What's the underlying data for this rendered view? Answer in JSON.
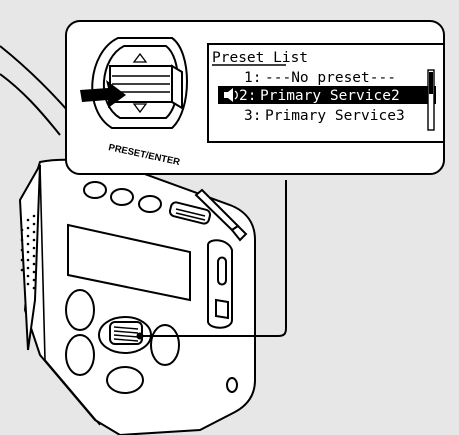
{
  "screen": {
    "title": "Preset List",
    "items": [
      {
        "number": "1:",
        "label": "---No preset---",
        "selected": false
      },
      {
        "number": "2:",
        "label": "Primary Service2",
        "selected": true
      },
      {
        "number": "3:",
        "label": "Primary Service3",
        "selected": false
      }
    ]
  },
  "control": {
    "label": "PRESET/ENTER"
  },
  "icons": {
    "selected_marker": "speaker-icon",
    "press_arrow": "arrow-right-icon"
  },
  "colors": {
    "background": "#e7e7e7",
    "callout_fill": "#ffffff",
    "stroke": "#000000",
    "highlight": "#000000",
    "highlight_text": "#ffffff"
  }
}
